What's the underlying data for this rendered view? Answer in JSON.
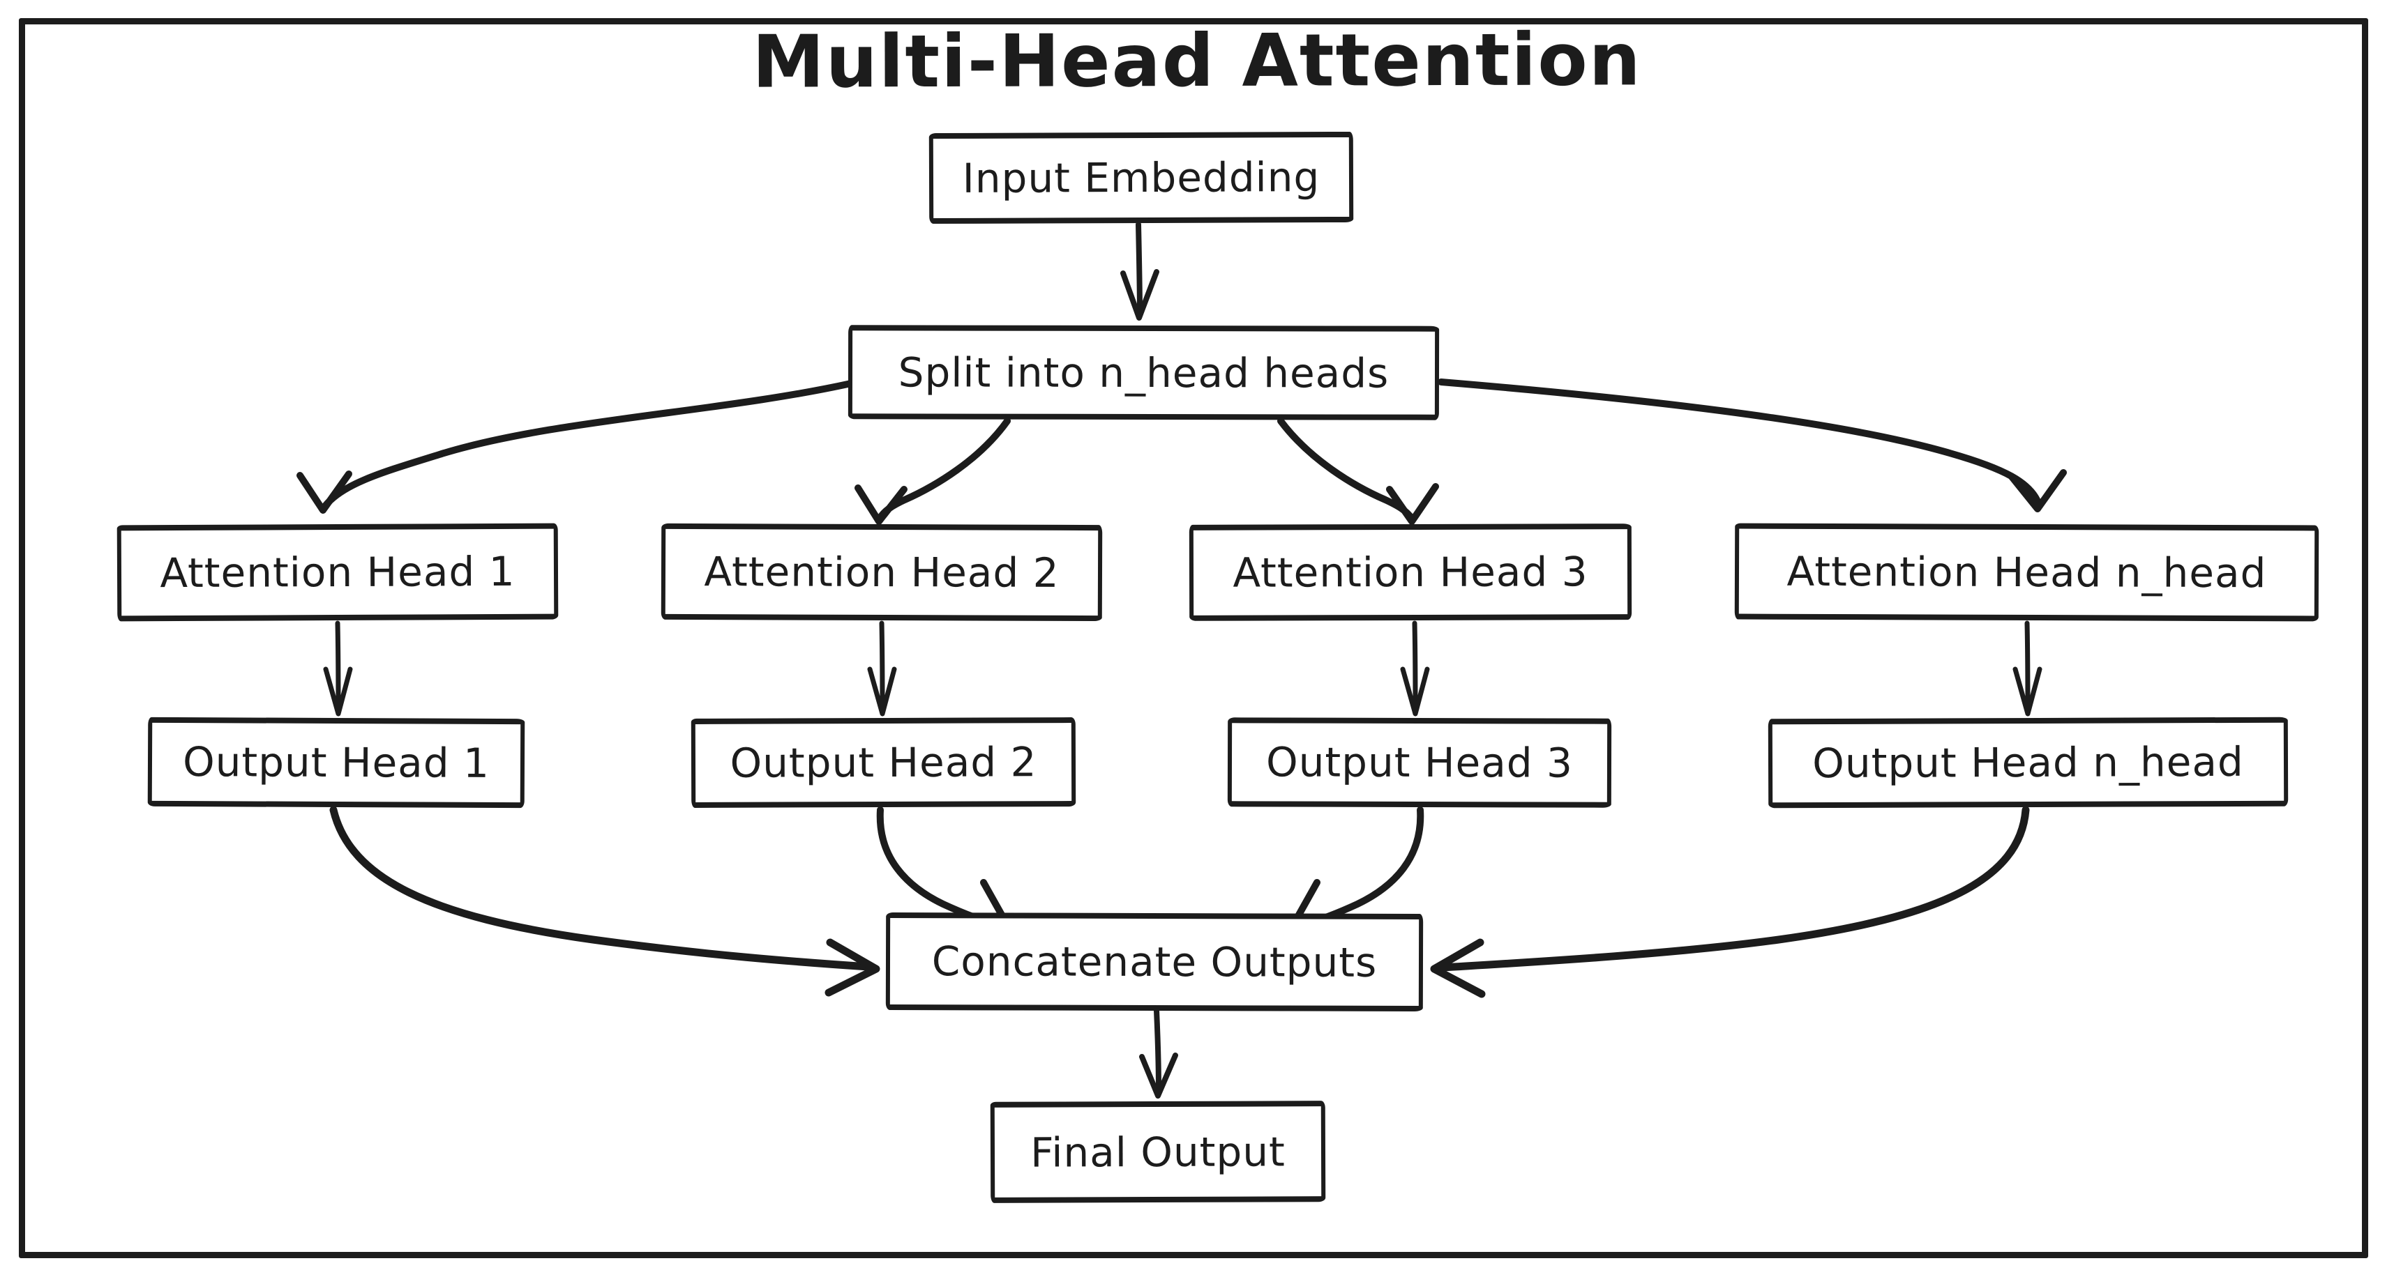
{
  "title": "Multi-Head Attention",
  "colors": {
    "stroke": "#1c1c1c",
    "background": "#ffffff",
    "box_fill": "#ffffff"
  },
  "diagram_type": "flowchart",
  "nodes": {
    "input_embedding": {
      "label": "Input Embedding"
    },
    "split_heads": {
      "label": "Split into n_head heads"
    },
    "attention_head_1": {
      "label": "Attention Head 1"
    },
    "attention_head_2": {
      "label": "Attention Head 2"
    },
    "attention_head_3": {
      "label": "Attention Head 3"
    },
    "attention_head_n": {
      "label": "Attention Head n_head"
    },
    "output_head_1": {
      "label": "Output Head 1"
    },
    "output_head_2": {
      "label": "Output Head 2"
    },
    "output_head_3": {
      "label": "Output Head 3"
    },
    "output_head_n": {
      "label": "Output Head n_head"
    },
    "concatenate_outputs": {
      "label": "Concatenate Outputs"
    },
    "final_output": {
      "label": "Final Output"
    }
  },
  "edges": [
    {
      "from": "input_embedding",
      "to": "split_heads"
    },
    {
      "from": "split_heads",
      "to": "attention_head_1"
    },
    {
      "from": "split_heads",
      "to": "attention_head_2"
    },
    {
      "from": "split_heads",
      "to": "attention_head_3"
    },
    {
      "from": "split_heads",
      "to": "attention_head_n"
    },
    {
      "from": "attention_head_1",
      "to": "output_head_1"
    },
    {
      "from": "attention_head_2",
      "to": "output_head_2"
    },
    {
      "from": "attention_head_3",
      "to": "output_head_3"
    },
    {
      "from": "attention_head_n",
      "to": "output_head_n"
    },
    {
      "from": "output_head_1",
      "to": "concatenate_outputs"
    },
    {
      "from": "output_head_2",
      "to": "concatenate_outputs"
    },
    {
      "from": "output_head_3",
      "to": "concatenate_outputs"
    },
    {
      "from": "output_head_n",
      "to": "concatenate_outputs"
    },
    {
      "from": "concatenate_outputs",
      "to": "final_output"
    }
  ]
}
